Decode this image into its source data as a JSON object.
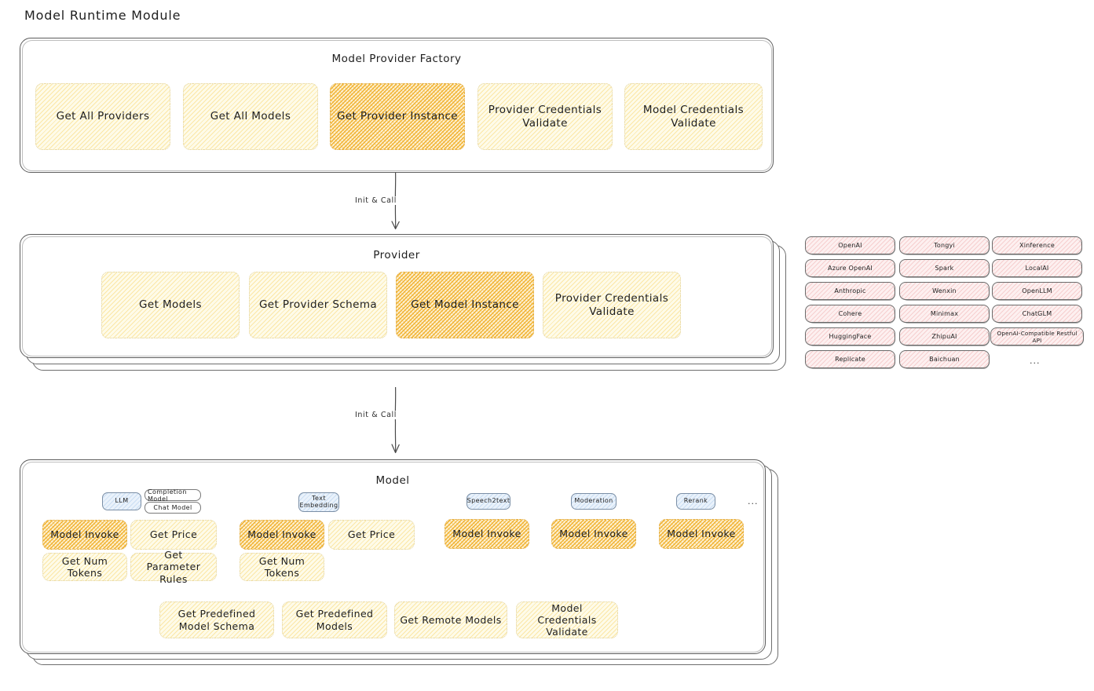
{
  "page": {
    "title": "Model Runtime Module"
  },
  "arrows": [
    {
      "label": "Init & Call"
    },
    {
      "label": "Init & Call"
    }
  ],
  "factory": {
    "title": "Model Provider Factory",
    "boxes": [
      {
        "label": "Get All Providers",
        "highlight": false
      },
      {
        "label": "Get All Models",
        "highlight": false
      },
      {
        "label": "Get Provider Instance",
        "highlight": true
      },
      {
        "label": "Provider Credentials Validate",
        "highlight": false
      },
      {
        "label": "Model Credentials Validate",
        "highlight": false
      }
    ]
  },
  "provider": {
    "title": "Provider",
    "boxes": [
      {
        "label": "Get Models",
        "highlight": false
      },
      {
        "label": "Get Provider Schema",
        "highlight": false
      },
      {
        "label": "Get Model Instance",
        "highlight": true
      },
      {
        "label": "Provider Credentials Validate",
        "highlight": false
      }
    ]
  },
  "provider_list": {
    "ellipsis": "...",
    "columns": [
      [
        "OpenAI",
        "Azure OpenAI",
        "Anthropic",
        "Cohere",
        "HuggingFace",
        "Replicate"
      ],
      [
        "Tongyi",
        "Spark",
        "Wenxin",
        "Minimax",
        "ZhipuAI",
        "Baichuan"
      ],
      [
        "Xinference",
        "LocalAI",
        "OpenLLM",
        "ChatGLM",
        "OpenAI-Compatible Restful API"
      ]
    ]
  },
  "model": {
    "title": "Model",
    "ellipsis": "...",
    "types": [
      {
        "name": "LLM",
        "sub_badges": [
          "Completion Model",
          "Chat Model"
        ],
        "methods": [
          {
            "label": "Model Invoke",
            "highlight": true
          },
          {
            "label": "Get Price",
            "highlight": false
          },
          {
            "label": "Get Num Tokens",
            "highlight": false
          },
          {
            "label": "Get Parameter Rules",
            "highlight": false
          }
        ]
      },
      {
        "name": "Text Embedding",
        "sub_badges": [],
        "methods": [
          {
            "label": "Model Invoke",
            "highlight": true
          },
          {
            "label": "Get Price",
            "highlight": false
          },
          {
            "label": "Get Num Tokens",
            "highlight": false
          }
        ]
      },
      {
        "name": "Speech2text",
        "sub_badges": [],
        "methods": [
          {
            "label": "Model Invoke",
            "highlight": true
          }
        ]
      },
      {
        "name": "Moderation",
        "sub_badges": [],
        "methods": [
          {
            "label": "Model Invoke",
            "highlight": true
          }
        ]
      },
      {
        "name": "Rerank",
        "sub_badges": [],
        "methods": [
          {
            "label": "Model Invoke",
            "highlight": true
          }
        ]
      }
    ],
    "shared_methods": [
      {
        "label": "Get Predefined Model Schema"
      },
      {
        "label": "Get Predefined Models"
      },
      {
        "label": "Get Remote Models"
      },
      {
        "label": "Model Credentials Validate"
      }
    ]
  },
  "colors": {
    "highlight_fill": "#f0b02a",
    "light_fill": "#fefbe9",
    "provider_chip": "#fdf0f0",
    "model_type_badge": "#eaf2fb",
    "stroke": "#5c5c5c",
    "text": "#1e1e1e"
  }
}
